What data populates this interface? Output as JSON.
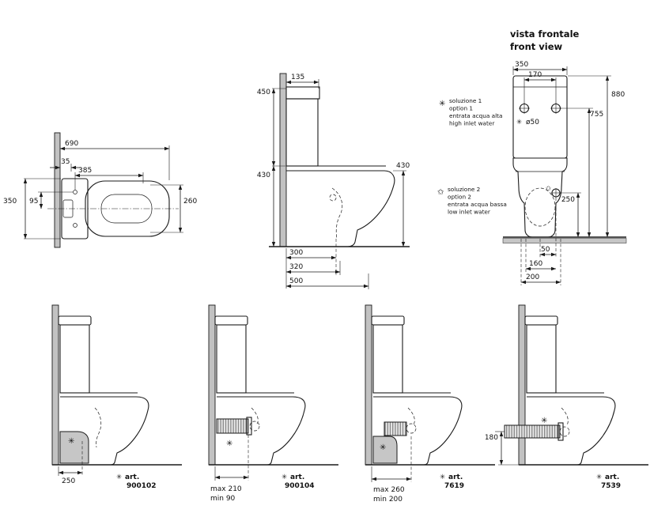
{
  "colors": {
    "line": "#1a1a1a",
    "wall_fill": "#c2c2c2",
    "background": "#ffffff"
  },
  "top_view": {
    "d690": "690",
    "d35": "35",
    "d385": "385",
    "d350": "350",
    "d95": "95",
    "d260": "260"
  },
  "side_view": {
    "d135": "135",
    "d450": "450",
    "d430_left": "430",
    "d430_right": "430",
    "d300": "300",
    "d320": "320",
    "d500": "500"
  },
  "front_view": {
    "title_it": "vista frontale",
    "title_en": "front view",
    "d350": "350",
    "d170": "170",
    "d880": "880",
    "d755": "755",
    "hole_diameter": "ø50",
    "d250": "250",
    "d50": "50",
    "d160": "160",
    "d200": "200",
    "solution1": {
      "marker": "✳",
      "lines": [
        "soluzione 1",
        "option 1",
        "entrata acqua alta",
        "high inlet water"
      ]
    },
    "solution2": {
      "marker": "✩",
      "lines": [
        "soluzione 2",
        "option 2",
        "entrata acqua bassa",
        "low inlet water"
      ]
    }
  },
  "variants": [
    {
      "marker": "✳",
      "dims": [
        "250"
      ],
      "art_marker": "✳",
      "art_label": "art.",
      "art_no": "900102"
    },
    {
      "marker": "✳",
      "dims": [
        "max 210",
        "min 90"
      ],
      "art_marker": "✳",
      "art_label": "art.",
      "art_no": "900104"
    },
    {
      "marker": "✳",
      "dims": [
        "max 260",
        "min 200"
      ],
      "art_marker": "✳",
      "art_label": "art.",
      "art_no": "7619"
    },
    {
      "marker": "✳",
      "dims": [
        "180"
      ],
      "art_marker": "✳",
      "art_label": "art.",
      "art_no": "7539"
    }
  ]
}
